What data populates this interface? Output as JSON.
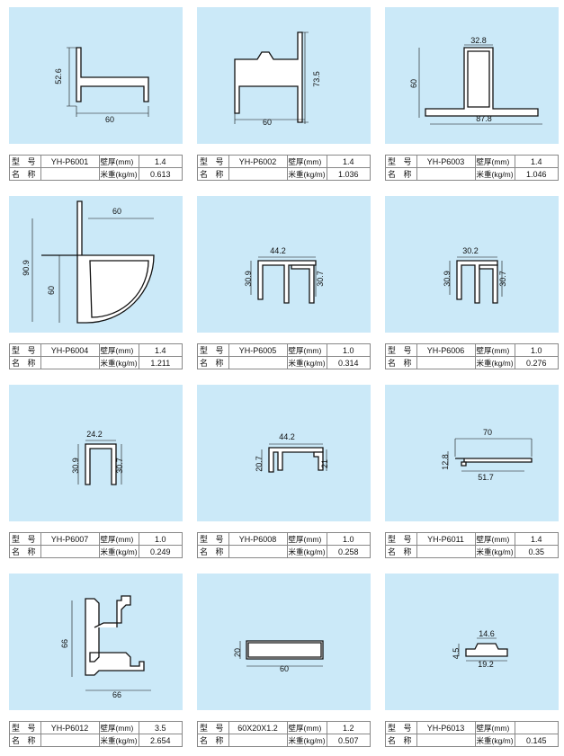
{
  "labels": {
    "model": "型 号",
    "name": "名 称",
    "wall": "壁厚(mm)",
    "weight": "米重(kg/m)"
  },
  "items": [
    {
      "model": "YH-P6001",
      "wall": "1.4",
      "weight": "0.613",
      "dims": [
        "52.6",
        "60"
      ]
    },
    {
      "model": "YH-P6002",
      "wall": "1.4",
      "weight": "1.036",
      "dims": [
        "73.5",
        "60"
      ]
    },
    {
      "model": "YH-P6003",
      "wall": "1.4",
      "weight": "1.046",
      "dims": [
        "32.8",
        "60",
        "87.8"
      ]
    },
    {
      "model": "YH-P6004",
      "wall": "1.4",
      "weight": "1.211",
      "dims": [
        "60",
        "90.9",
        "60"
      ]
    },
    {
      "model": "YH-P6005",
      "wall": "1.0",
      "weight": "0.314",
      "dims": [
        "44.2",
        "30.9",
        "30.7"
      ]
    },
    {
      "model": "YH-P6006",
      "wall": "1.0",
      "weight": "0.276",
      "dims": [
        "30.2",
        "30.9",
        "30.7"
      ]
    },
    {
      "model": "YH-P6007",
      "wall": "1.0",
      "weight": "0.249",
      "dims": [
        "24.2",
        "30.9",
        "30.7"
      ]
    },
    {
      "model": "YH-P6008",
      "wall": "1.0",
      "weight": "0.258",
      "dims": [
        "44.2",
        "20.7",
        "21"
      ]
    },
    {
      "model": "YH-P6011",
      "wall": "1.4",
      "weight": "0.35",
      "dims": [
        "70",
        "12.8",
        "51.7"
      ]
    },
    {
      "model": "YH-P6012",
      "wall": "3.5",
      "weight": "2.654",
      "dims": [
        "66",
        "66"
      ]
    },
    {
      "model": "60X20X1.2",
      "wall": "1.2",
      "weight": "0.507",
      "dims": [
        "20",
        "60"
      ]
    },
    {
      "model": "YH-P6013",
      "wall": "",
      "weight": "0.145",
      "dims": [
        "14.6",
        "4.5",
        "19.2"
      ]
    }
  ]
}
